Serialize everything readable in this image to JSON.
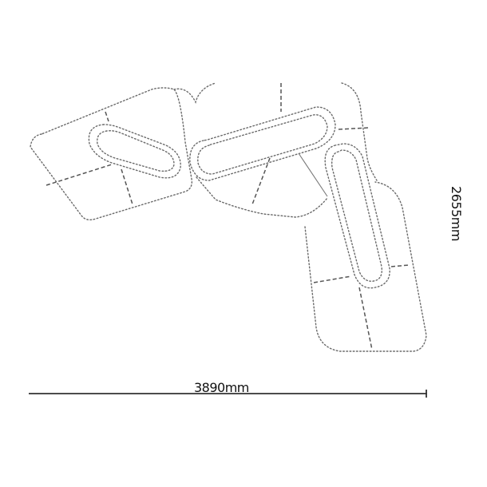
{
  "diagram": {
    "type": "sofa-plan-dimension-drawing",
    "width_label": "3890mm",
    "height_label": "2655mm",
    "line_color": "#6a6a6a",
    "dimension_color": "#333333",
    "parts": [
      {
        "name": "left-seat-module"
      },
      {
        "name": "left-cushion-oval"
      },
      {
        "name": "center-cushion-oval"
      },
      {
        "name": "center-wedge-module"
      },
      {
        "name": "right-cushion-oval"
      },
      {
        "name": "right-seat-module"
      },
      {
        "name": "back-rests"
      }
    ]
  }
}
